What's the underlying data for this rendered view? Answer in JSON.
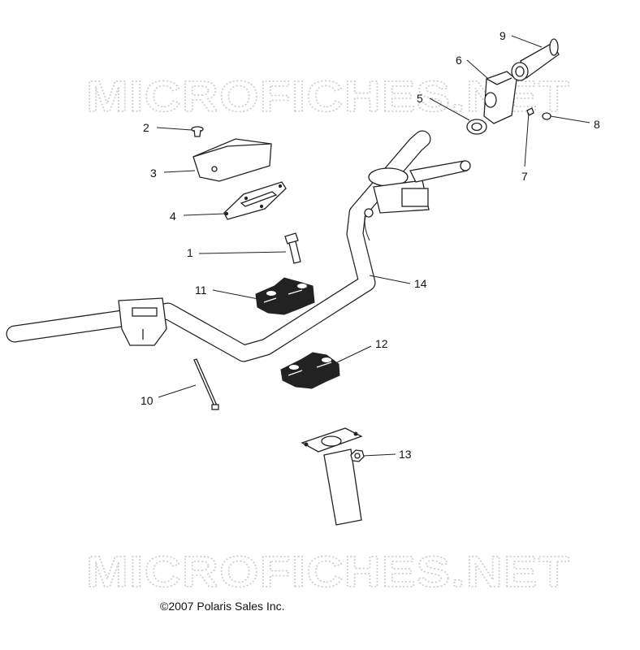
{
  "watermarks": [
    "MICROFICHES.NET",
    "MICROFICHES.NET"
  ],
  "callouts": {
    "c1": "1",
    "c2": "2",
    "c3": "3",
    "c4": "4",
    "c5": "5",
    "c6": "6",
    "c7": "7",
    "c8": "8",
    "c9": "9",
    "c10": "10",
    "c11": "11",
    "c12": "12",
    "c13": "13",
    "c14": "14"
  },
  "copyright": "©2007 Polaris Sales Inc."
}
